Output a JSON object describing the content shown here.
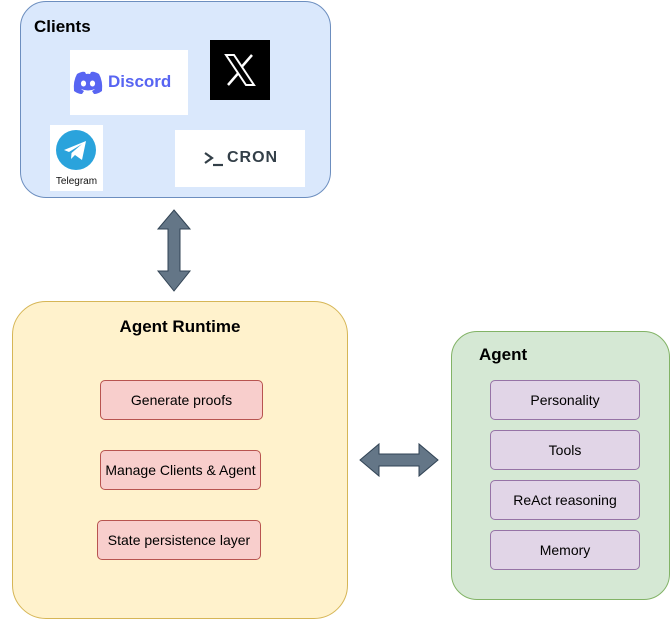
{
  "clients": {
    "title": "Clients",
    "logos": {
      "discord": "Discord",
      "telegram": "Telegram",
      "cron": "CRON"
    }
  },
  "runtime": {
    "title": "Agent Runtime",
    "items": [
      "Generate proofs",
      "Manage Clients & Agent",
      "State persistence layer"
    ]
  },
  "agent": {
    "title": "Agent",
    "items": [
      "Personality",
      "Tools",
      "ReAct reasoning",
      "Memory"
    ]
  },
  "colors": {
    "clients_fill": "#dae8fc",
    "runtime_fill": "#fff2cc",
    "agent_fill": "#d5e8d4",
    "runtime_item_fill": "#f8cecc",
    "agent_item_fill": "#e1d5e7",
    "arrow_fill": "#647687"
  }
}
